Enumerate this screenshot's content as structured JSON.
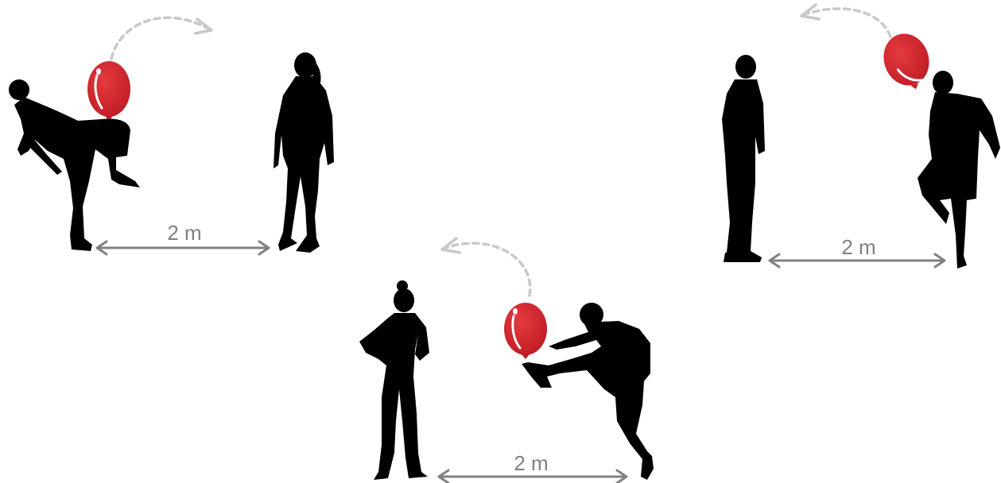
{
  "colors": {
    "background": "#ffffff",
    "silhouette": "#000000",
    "balloon": "#d0222a",
    "balloon_highlight": "#ffffff",
    "trajectory_arrow": "#c8c8c8",
    "distance_line": "#808080"
  },
  "scenes": [
    {
      "id": "scene-knee",
      "description_icon": "knee-kick-silhouette",
      "distance_label": "2 m"
    },
    {
      "id": "scene-head",
      "description_icon": "header-silhouette",
      "distance_label": "2 m"
    },
    {
      "id": "scene-foot",
      "description_icon": "foot-kick-silhouette",
      "distance_label": "2 m"
    }
  ]
}
